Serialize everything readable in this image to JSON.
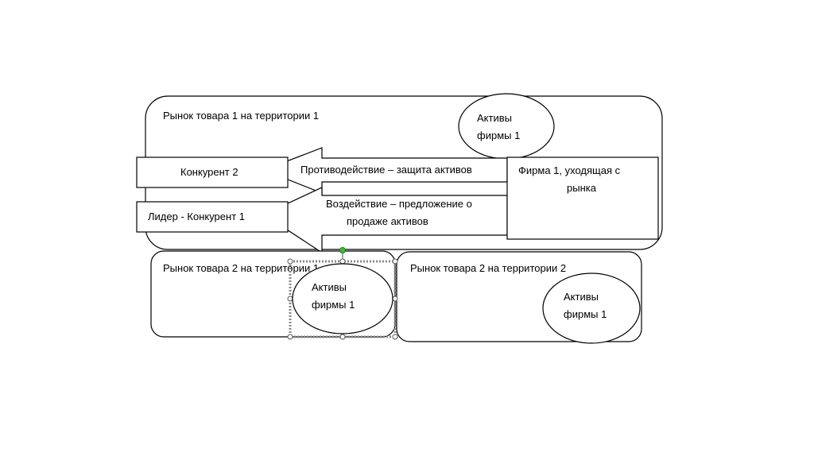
{
  "market1": {
    "label": "Рынок товара 1 на территории 1"
  },
  "market2_left": {
    "label": "Рынок товара 2 на территории 1"
  },
  "market2_right": {
    "label": "Рынок товара 2 на территории 2"
  },
  "assets_top": {
    "line1": "Активы",
    "line2": "фирмы 1"
  },
  "assets_left": {
    "line1": "Активы",
    "line2": "фирмы 1"
  },
  "assets_right": {
    "line1": "Активы",
    "line2": "фирмы 1"
  },
  "competitor2": {
    "label": "Конкурент 2"
  },
  "leader": {
    "label": "Лидер - Конкурент 1"
  },
  "firm1": {
    "line1": "Фирма 1, уходящая с",
    "line2": "рынка"
  },
  "arrow_defense": {
    "label": "Противодействие – защита активов"
  },
  "arrow_offer": {
    "line1": "Воздействие – предложение о",
    "line2": "продаже активов"
  }
}
